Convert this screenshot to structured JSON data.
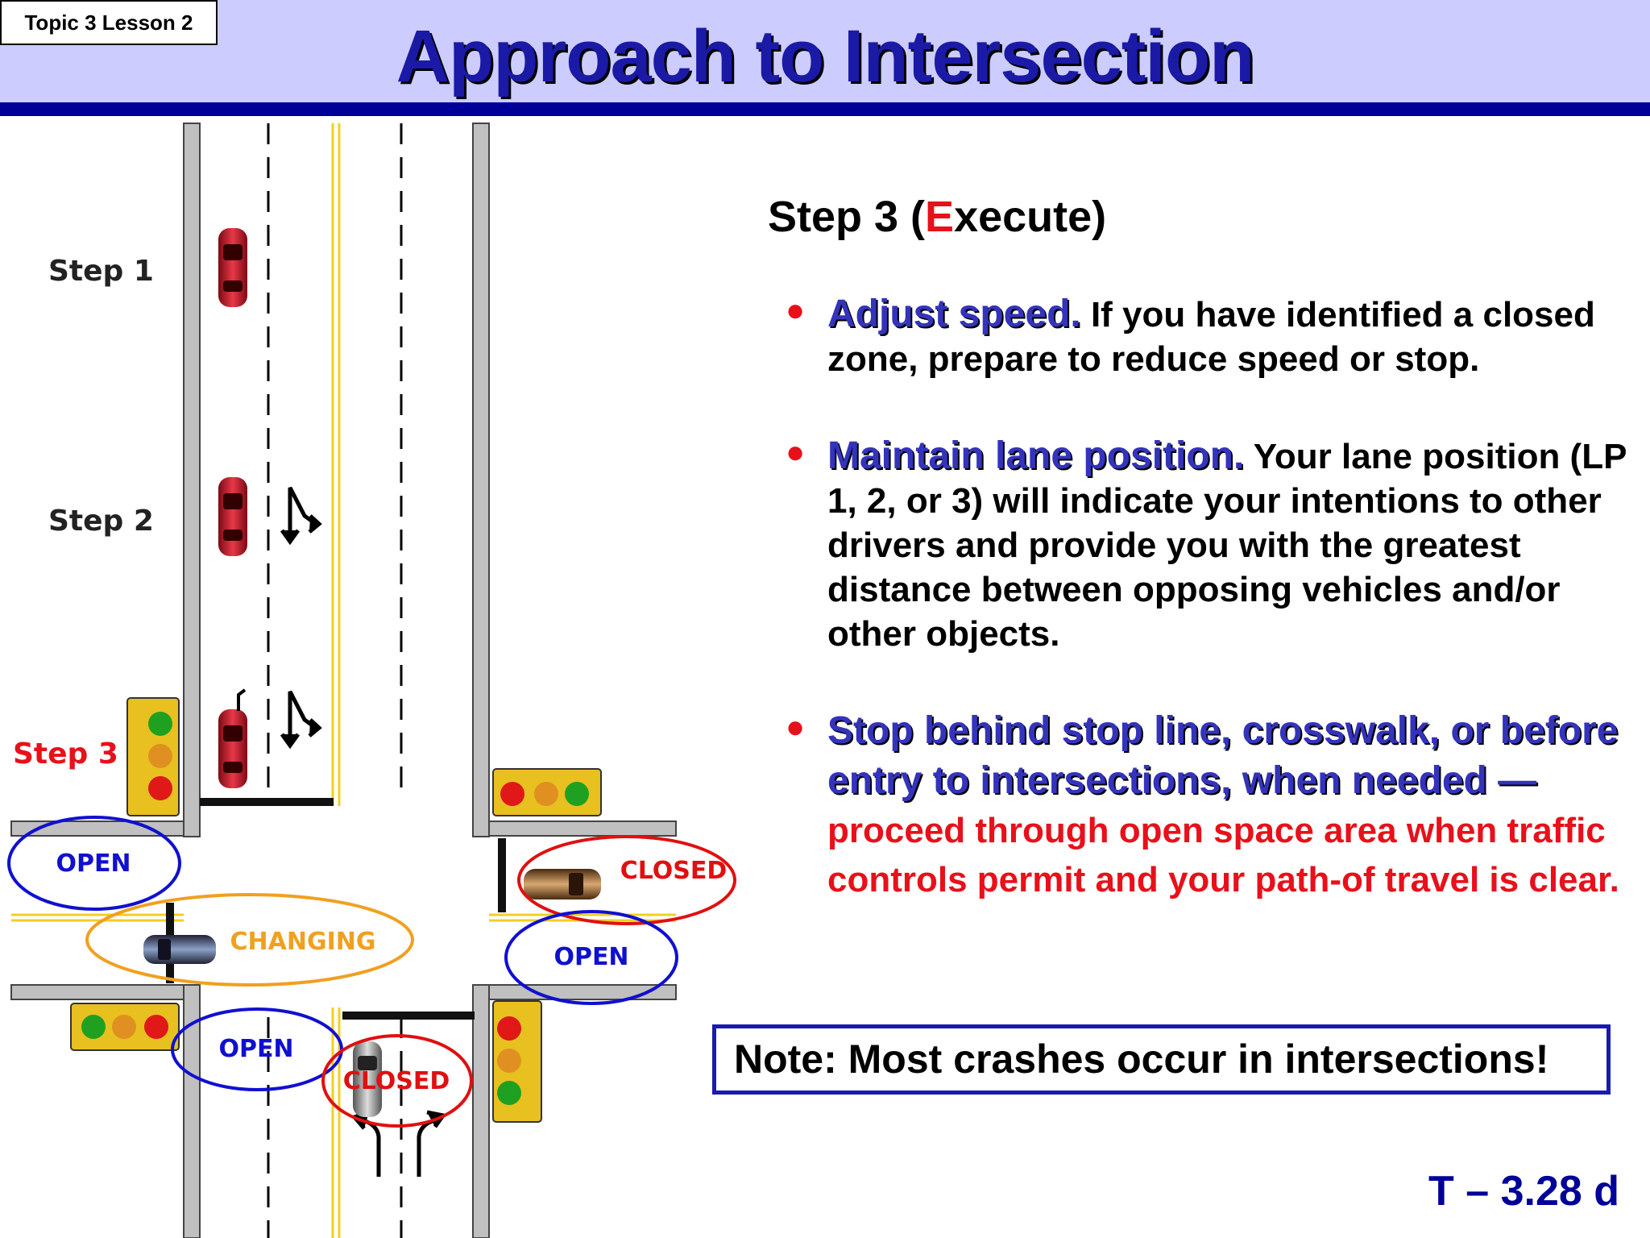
{
  "header": {
    "badge": "Topic 3 Lesson 2",
    "title": "Approach to Intersection"
  },
  "diagram": {
    "steps": [
      "Step 1",
      "Step 2",
      "Step 3"
    ],
    "zones": {
      "open_left": "OPEN",
      "changing": "CHANGING",
      "closed_right": "CLOSED",
      "open_right": "OPEN",
      "open_bottom": "OPEN",
      "closed_bottom": "CLOSED"
    },
    "colors": {
      "open": "#1010d0",
      "closed": "#e01010",
      "changing": "#f0a020",
      "car": "#c8202c"
    }
  },
  "content": {
    "heading_prefix": "Step 3 (",
    "heading_highlight": "E",
    "heading_suffix": "xecute)",
    "bullets": [
      {
        "lead": "Adjust speed.",
        "text": " If you have identified a closed zone, prepare to reduce speed or stop."
      },
      {
        "lead": "Maintain lane position.",
        "text": " Your lane position (LP 1, 2, or 3)  will indicate your intentions to other drivers and provide you with the greatest distance between opposing vehicles and/or other objects."
      },
      {
        "lead": "Stop behind stop line, crosswalk, or before entry to intersections, when needed —",
        "text": " proceed through open space area when traffic controls permit and your path-of travel is clear."
      }
    ],
    "note": "Note: Most crashes occur in intersections!"
  },
  "footer": {
    "slide_number": "T – 3.28 d"
  }
}
